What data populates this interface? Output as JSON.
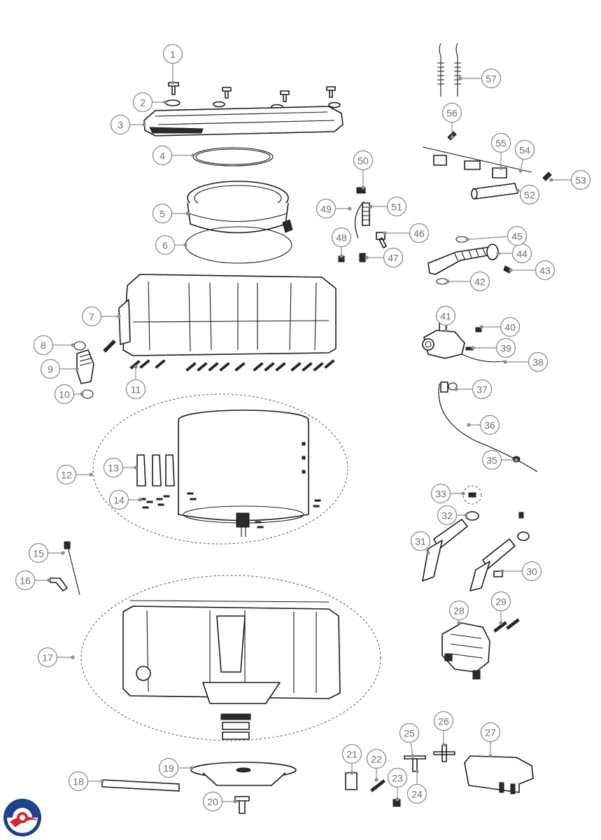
{
  "diagram": {
    "callouts": [
      {
        "label": "1"
      },
      {
        "label": "2"
      },
      {
        "label": "3"
      },
      {
        "label": "4"
      },
      {
        "label": "5"
      },
      {
        "label": "6"
      },
      {
        "label": "7"
      },
      {
        "label": "8"
      },
      {
        "label": "9"
      },
      {
        "label": "10"
      },
      {
        "label": "11"
      },
      {
        "label": "12"
      },
      {
        "label": "13"
      },
      {
        "label": "14"
      },
      {
        "label": "15"
      },
      {
        "label": "16"
      },
      {
        "label": "17"
      },
      {
        "label": "18"
      },
      {
        "label": "19"
      },
      {
        "label": "20"
      },
      {
        "label": "21"
      },
      {
        "label": "22"
      },
      {
        "label": "23"
      },
      {
        "label": "24"
      },
      {
        "label": "25"
      },
      {
        "label": "26"
      },
      {
        "label": "27"
      },
      {
        "label": "28"
      },
      {
        "label": "29"
      },
      {
        "label": "30"
      },
      {
        "label": "31"
      },
      {
        "label": "32"
      },
      {
        "label": "33"
      },
      {
        "label": "35"
      },
      {
        "label": "36"
      },
      {
        "label": "37"
      },
      {
        "label": "38"
      },
      {
        "label": "39"
      },
      {
        "label": "40"
      },
      {
        "label": "41"
      },
      {
        "label": "42"
      },
      {
        "label": "43"
      },
      {
        "label": "44"
      },
      {
        "label": "45"
      },
      {
        "label": "46"
      },
      {
        "label": "47"
      },
      {
        "label": "48"
      },
      {
        "label": "49"
      },
      {
        "label": "50"
      },
      {
        "label": "51"
      },
      {
        "label": "52"
      },
      {
        "label": "53"
      },
      {
        "label": "54"
      },
      {
        "label": "55"
      },
      {
        "label": "56"
      },
      {
        "label": "57"
      }
    ]
  },
  "logo": {
    "icon": "brand-logo-icon",
    "colors": {
      "blue": "#1f3f8f",
      "red": "#d6262a"
    }
  }
}
